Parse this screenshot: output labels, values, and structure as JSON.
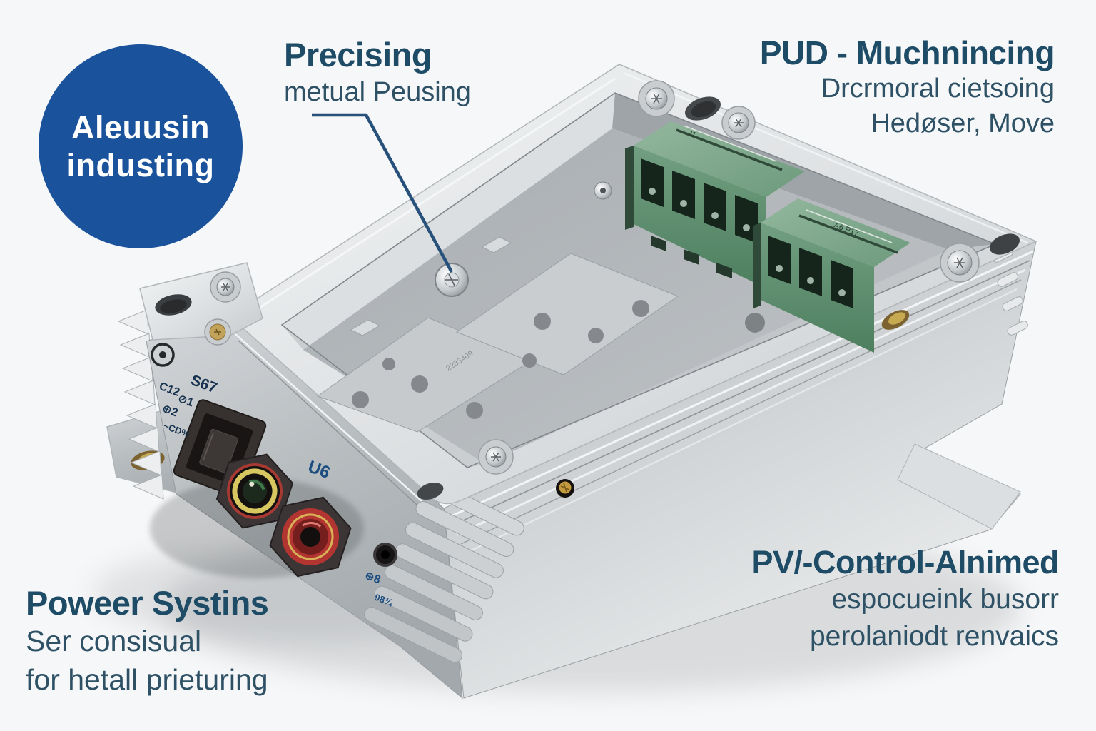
{
  "page": {
    "background_color": "#f6f7f8"
  },
  "badge": {
    "line1": "Aleuusin",
    "line2": "industing",
    "bg_color": "#1a529b",
    "text_color": "#ffffff"
  },
  "callouts": {
    "precision": {
      "title": "Precising",
      "subtitle": "metual Peusing"
    },
    "machining": {
      "title": "PUD - Muchnincing",
      "line1": "Drcrmoral cietsoing",
      "line2": "Hedøser, Move"
    },
    "power": {
      "title": "Poweer Systins",
      "line1": "Ser consisual",
      "line2": "for hetall prieturing"
    },
    "control": {
      "title": "PV/-Control-Alnimed",
      "line1": "espocueink busorr",
      "line2": "perolaniodt renvaics"
    }
  },
  "colors": {
    "heading": "#1e4b66",
    "subtext": "#2e5166",
    "leader_line": "#27517a",
    "badge_blue": "#1a529b",
    "page_bg": "#f6f7f8",
    "terminal_green": "#5e8f6f",
    "terminal_green_light": "#85ac92",
    "connector_red": "#c23a36",
    "connector_gold": "#d8c660",
    "aluminum_light": "#eceeef",
    "aluminum_mid": "#c7cbce",
    "aluminum_dark": "#9aa0a4"
  },
  "device": {
    "label": "open aluminum enclosure with green terminal blocks and panel connectors",
    "markings": {
      "m1": "S67",
      "m2": "C12",
      "m3": "⊘1",
      "m4": "⊕2",
      "m5": "~CD%",
      "m6": "U6",
      "m7": "⊕8",
      "m8": "98¾",
      "plate_serial": "2283409",
      "g1": "l1",
      "g2": "A6 P17"
    }
  }
}
